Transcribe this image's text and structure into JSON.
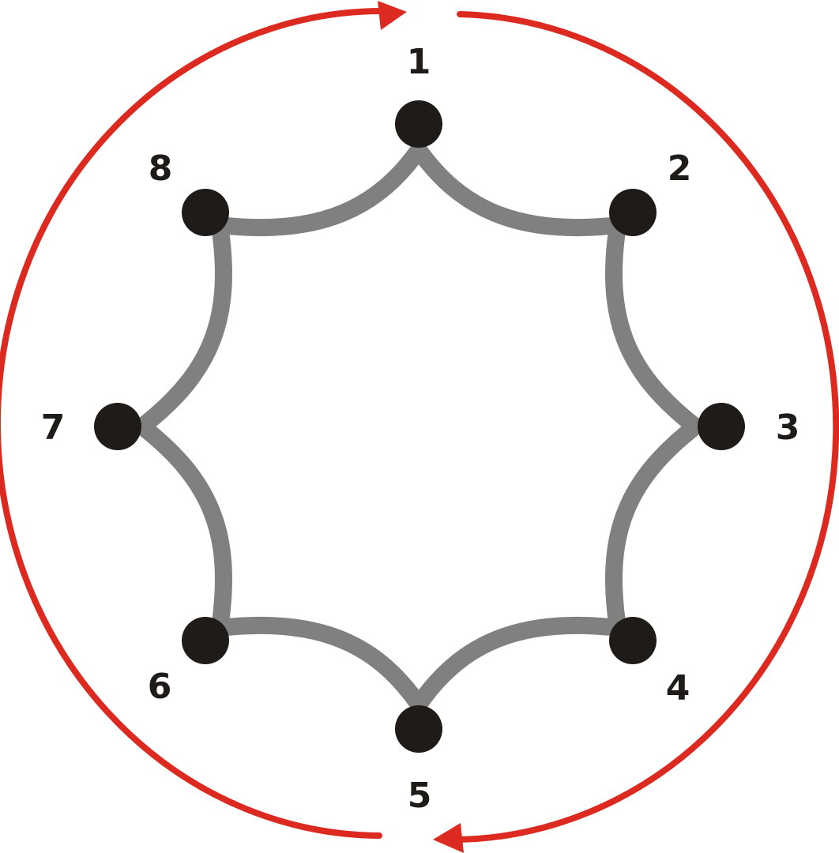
{
  "diagram": {
    "nodes": [
      {
        "id": "1",
        "label": "1"
      },
      {
        "id": "2",
        "label": "2"
      },
      {
        "id": "3",
        "label": "3"
      },
      {
        "id": "4",
        "label": "4"
      },
      {
        "id": "5",
        "label": "5"
      },
      {
        "id": "6",
        "label": "6"
      },
      {
        "id": "7",
        "label": "7"
      },
      {
        "id": "8",
        "label": "8"
      }
    ],
    "edges": [
      {
        "from": "1",
        "to": "2"
      },
      {
        "from": "2",
        "to": "3"
      },
      {
        "from": "3",
        "to": "4"
      },
      {
        "from": "4",
        "to": "5"
      },
      {
        "from": "5",
        "to": "6"
      },
      {
        "from": "6",
        "to": "7"
      },
      {
        "from": "7",
        "to": "8"
      },
      {
        "from": "8",
        "to": "1"
      }
    ],
    "rotation_arrows": [
      {
        "direction": "clockwise"
      },
      {
        "direction": "clockwise"
      }
    ],
    "colors": {
      "node": "#1e1b19",
      "edge": "#808080",
      "arrow": "#dc2a20",
      "label": "#1e1b19"
    }
  }
}
